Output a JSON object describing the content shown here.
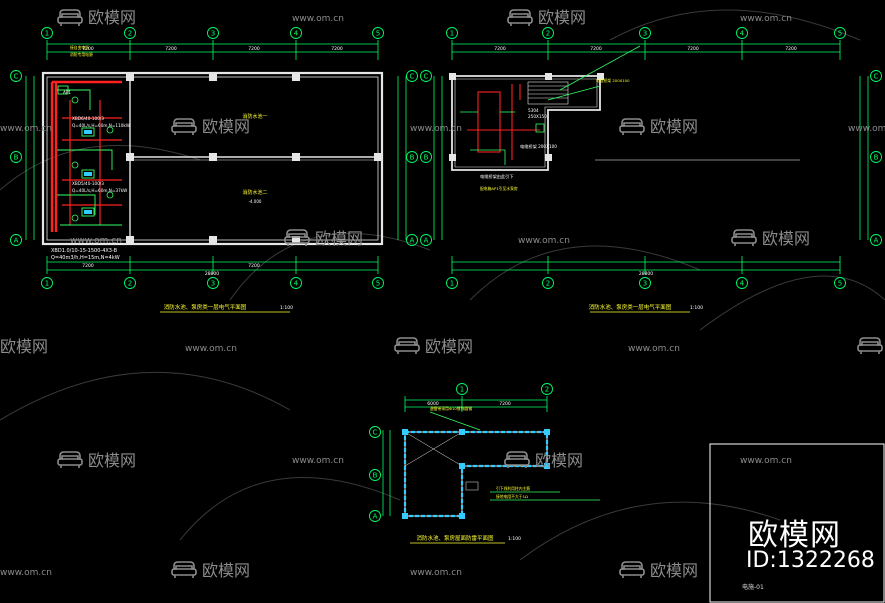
{
  "colors": {
    "background": "#000000",
    "grid": "#00c8ff",
    "wall": "#e6e6e6",
    "dim": "#00ff66",
    "power": "#ff2020",
    "wire": "#33ff66",
    "annotation": "#ffff33",
    "watermark": "#8c8c8c",
    "frame": "#ffffff"
  },
  "watermark": {
    "brand": "欧模网",
    "site": "www.om.cn",
    "icon": "sofa-icon"
  },
  "drawings": {
    "plan1": {
      "title": "消防水池、泵房类一层电气平面图",
      "scale": "1:100",
      "room_upper": "消防水池一",
      "room_lower": "消防水池二",
      "room_lower_level": "-4.000",
      "panel_top": "AP1",
      "equip_1": "XBD6/40-100/3",
      "equip_1_spec": "Q=40L/s,H=60m,N=110kW",
      "equip_2": "XBD5/40-100/3",
      "equip_2_spec": "Q=40L/s,H=60m,N=37kW",
      "equip_3": "XBD1.0/10-15-1500-4X3-B",
      "equip_3_spec": "Q=40m3/h,H=15m,N=4kW",
      "note_1": "接自变电所",
      "note_2": "消防专用电源"
    },
    "plan2": {
      "title": "消防水池、泵房类一层电气平面图",
      "scale": "1:100",
      "riser_1": "5304",
      "riser_2": "250X150",
      "note_1": "电缆桥架 200X100",
      "note_2": "电缆桥架由此引下",
      "annotation": "配电箱AP1引至水泵房"
    },
    "plan3": {
      "title": "消防水池、泵房屋面防雷平面图",
      "scale": "1:100",
      "annotation_1": "避雷带采用Φ10镀锌圆钢",
      "annotation_2": "引下线利用柱内主筋",
      "annotation_3": "接地电阻不大于1Ω"
    }
  },
  "axes": {
    "columns": [
      "1",
      "2",
      "3",
      "4",
      "5"
    ],
    "rows": [
      "A",
      "B",
      "C"
    ],
    "plan3_columns": [
      "1",
      "2"
    ],
    "plan3_rows": [
      "A",
      "B",
      "C"
    ],
    "dim_bay": "7200",
    "dim_total": "28800",
    "dim_row": "6000"
  },
  "id_block": {
    "title": "欧模网",
    "number": "ID:1322268",
    "sheet": "电施-01"
  }
}
